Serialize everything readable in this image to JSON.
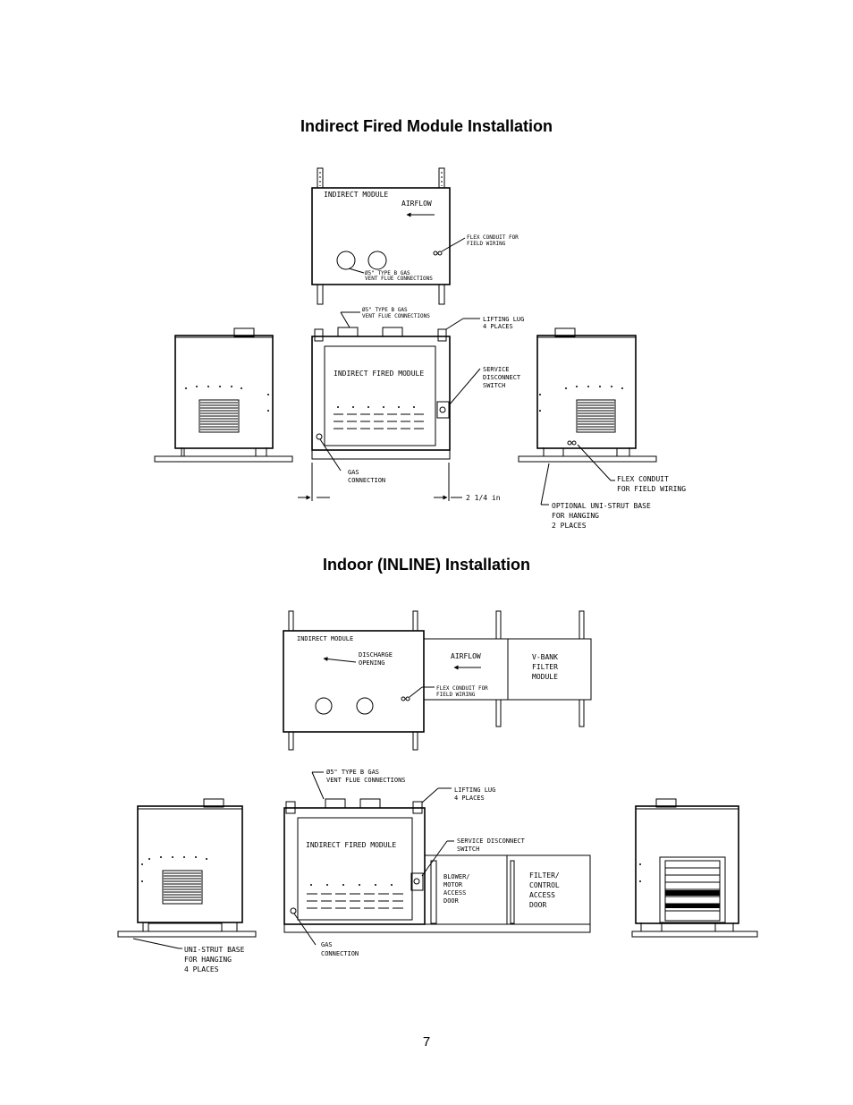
{
  "headings": {
    "first": "Indirect Fired Module Installation",
    "second": "Indoor (INLINE) Installation"
  },
  "page_number": "7",
  "figure1": {
    "top_view": {
      "title": "INDIRECT MODULE",
      "airflow": "AIRFLOW",
      "flex_conduit": [
        "FLEX CONDUIT FOR",
        "FIELD WIRING"
      ],
      "vent": [
        "Ø5\" TYPE B GAS",
        "VENT FLUE CONNECTIONS"
      ]
    },
    "front_view": {
      "vent": [
        "Ø5\" TYPE B GAS",
        "VENT FLUE CONNECTIONS"
      ],
      "lifting_lug": [
        "LIFTING LUG",
        "4 PLACES"
      ],
      "title": "INDIRECT FIRED MODULE",
      "service": [
        "SERVICE",
        "DISCONNECT",
        "SWITCH"
      ],
      "gas": [
        "GAS",
        "CONNECTION"
      ],
      "dimension": "2 1/4 in"
    },
    "side_view": {
      "flex_conduit": [
        "FLEX CONDUIT",
        "FOR FIELD WIRING"
      ],
      "unistrut": [
        "OPTIONAL UNI-STRUT BASE",
        "FOR HANGING",
        "2 PLACES"
      ]
    }
  },
  "figure2": {
    "top_view": {
      "title": "INDIRECT MODULE",
      "discharge": [
        "DISCHARGE",
        "OPENING"
      ],
      "airflow": "AIRFLOW",
      "flex_conduit": [
        "FLEX CONDUIT FOR",
        "FIELD WIRING"
      ],
      "filter": [
        "V-BANK",
        "FILTER",
        "MODULE"
      ]
    },
    "front_view": {
      "vent": [
        "Ø5\" TYPE B GAS",
        "VENT FLUE CONNECTIONS"
      ],
      "lifting_lug": [
        "LIFTING LUG",
        "4 PLACES"
      ],
      "title": "INDIRECT FIRED MODULE",
      "service": [
        "SERVICE DISCONNECT",
        "SWITCH"
      ],
      "blower": [
        "BLOWER/",
        "MOTOR",
        "ACCESS",
        "DOOR"
      ],
      "filter_door": [
        "FILTER/",
        "CONTROL",
        "ACCESS",
        "DOOR"
      ],
      "gas": [
        "GAS",
        "CONNECTION"
      ]
    },
    "side_view": {
      "unistrut": [
        "UNI-STRUT BASE",
        "FOR HANGING",
        "4 PLACES"
      ]
    }
  }
}
